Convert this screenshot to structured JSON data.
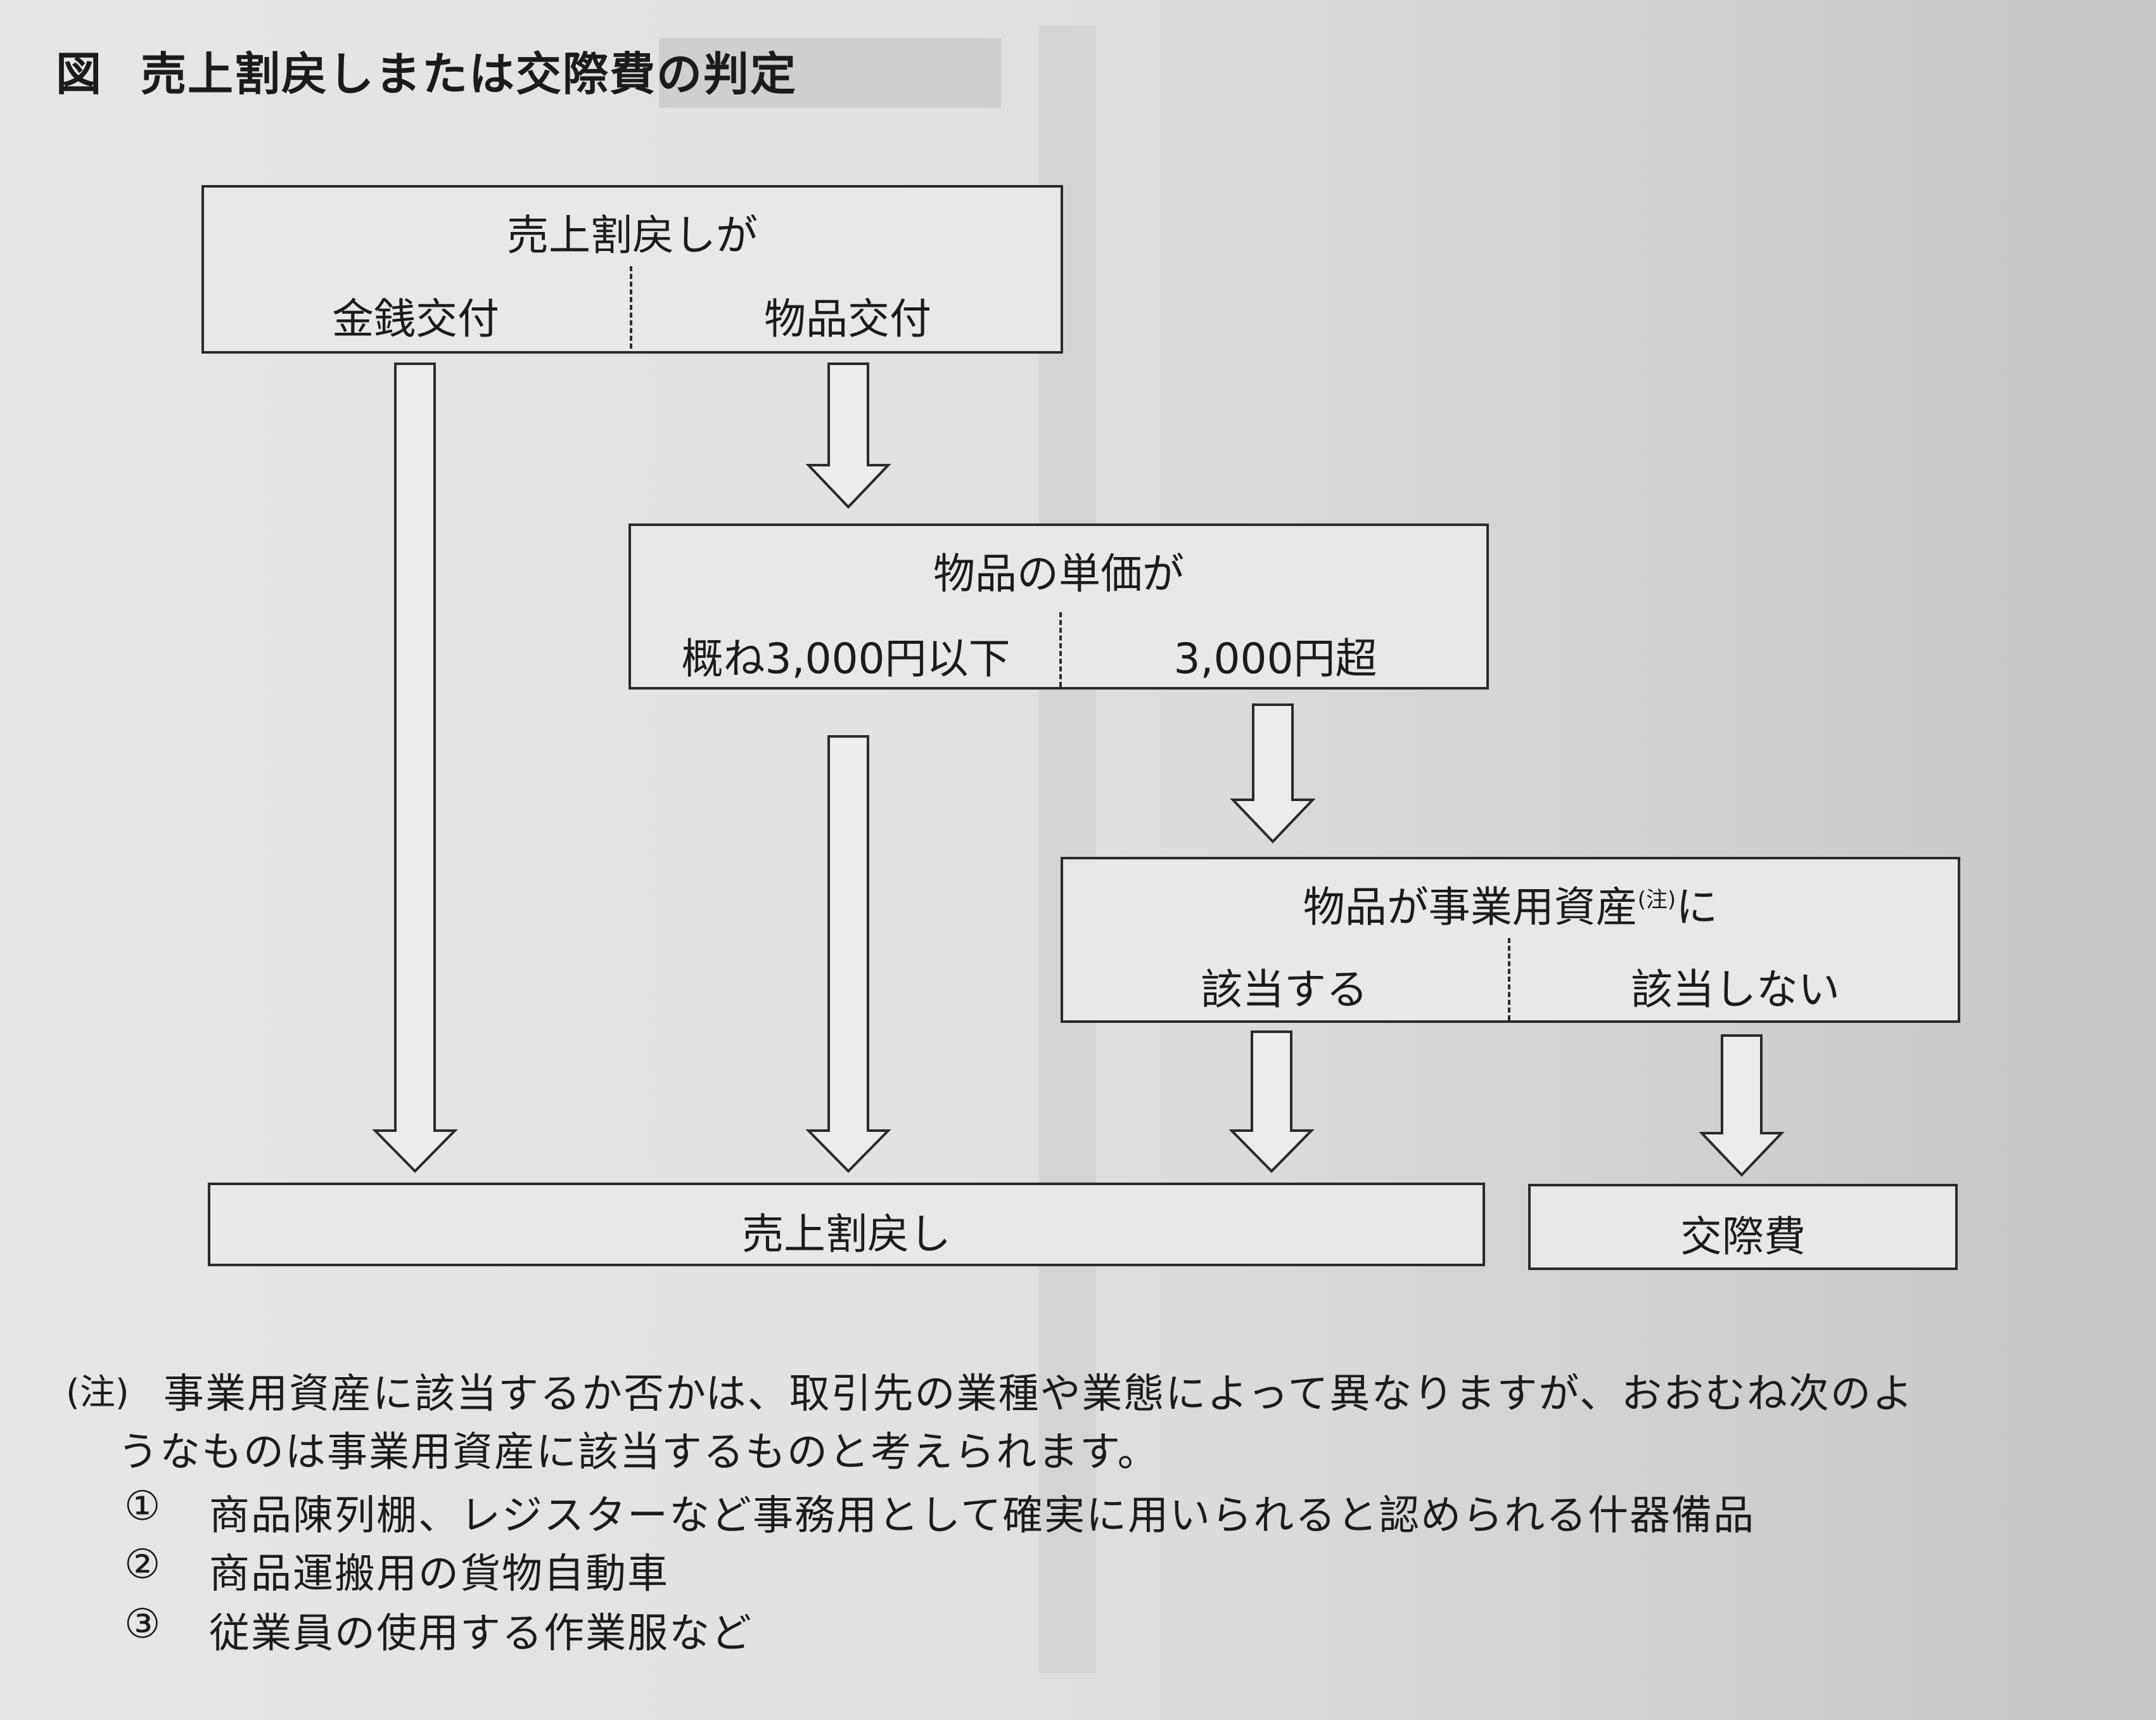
{
  "figure": {
    "label": "図",
    "title": "売上割戻しまたは交際費の判定"
  },
  "box1": {
    "heading": "売上割戻しが",
    "left": "金銭交付",
    "right": "物品交付"
  },
  "box2": {
    "heading": "物品の単価が",
    "left": "概ね3,000円以下",
    "right": "3,000円超"
  },
  "box3": {
    "heading": "物品が事業用資産",
    "heading_mark": "(注)",
    "heading_tail": "に",
    "left": "該当する",
    "right": "該当しない"
  },
  "results": {
    "rebate": "売上割戻し",
    "entertainment": "交際費"
  },
  "note": {
    "mark": "(注)",
    "line1": "事業用資産に該当するか否かは、取引先の業種や業態によって異なりますが、おおむね次のよ",
    "line2": "うなものは事業用資産に該当するものと考えられます。",
    "items": [
      {
        "num": "①",
        "text": "商品陳列棚、レジスターなど事務用として確実に用いられると認められる什器備品"
      },
      {
        "num": "②",
        "text": "商品運搬用の貨物自動車"
      },
      {
        "num": "③",
        "text": "従業員の使用する作業服など"
      }
    ]
  }
}
